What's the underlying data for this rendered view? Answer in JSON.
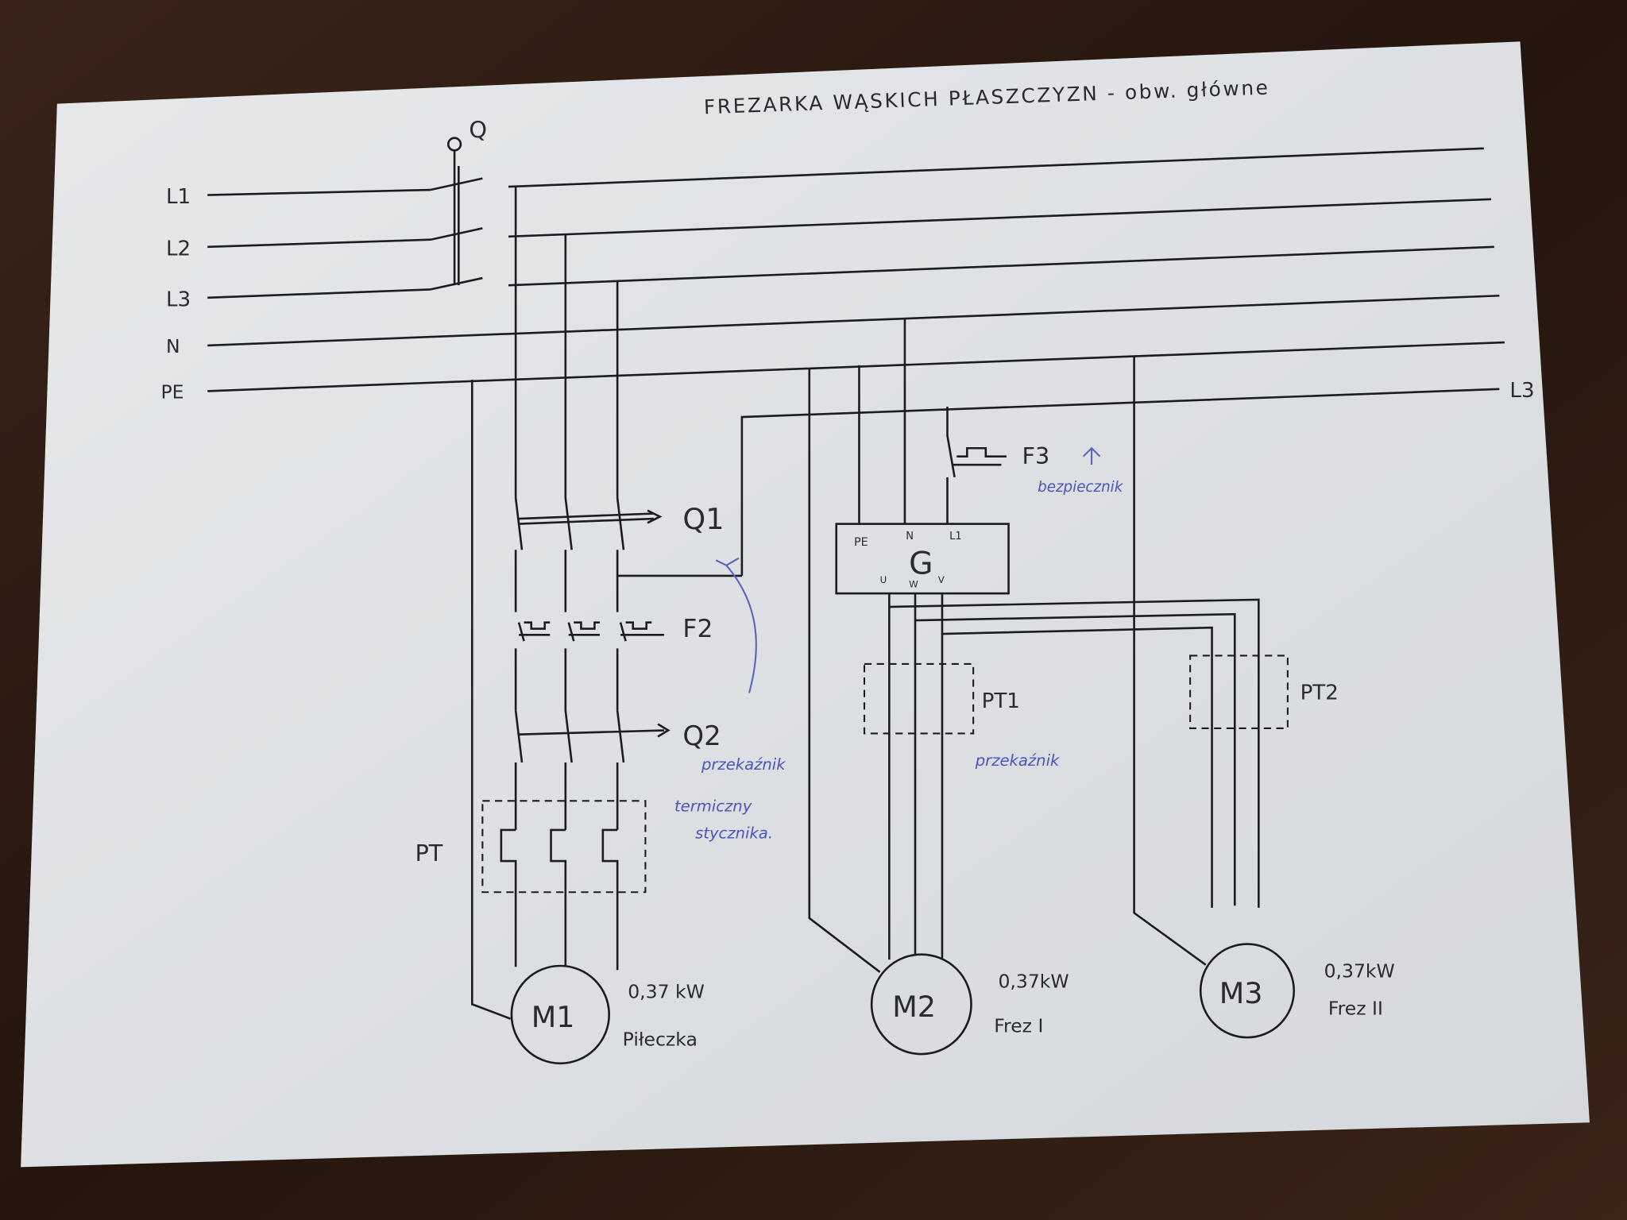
{
  "title": "FREZARKA WĄSKICH PŁASZCZYZN - obw. główne",
  "bus_labels": {
    "l1": "L1",
    "l2": "L2",
    "l3": "L3",
    "n": "N",
    "pe": "PE",
    "l3_right": "L3"
  },
  "components": {
    "q": "Q",
    "q1": "Q1",
    "f2": "F2",
    "q2": "Q2",
    "pt": "PT",
    "f3": "F3",
    "g": "G",
    "g_pe": "PE",
    "g_n": "N",
    "g_l1": "L1",
    "g_u": "U",
    "g_w": "W",
    "g_v": "V",
    "pt1": "PT1",
    "pt2": "PT2"
  },
  "motors": [
    {
      "id": "M1",
      "power": "0,37 kW",
      "name": "Piłeczka"
    },
    {
      "id": "M2",
      "power": "0,37kW",
      "name": "Frez I"
    },
    {
      "id": "M3",
      "power": "0,37kW",
      "name": "Frez II"
    }
  ],
  "notes": {
    "q2_note_1": "przekaźnik",
    "q2_note_2": "termiczny",
    "q2_note_3": "stycznika.",
    "f3_note": "bezpiecznik",
    "pt1_note": "przekaźnik"
  }
}
